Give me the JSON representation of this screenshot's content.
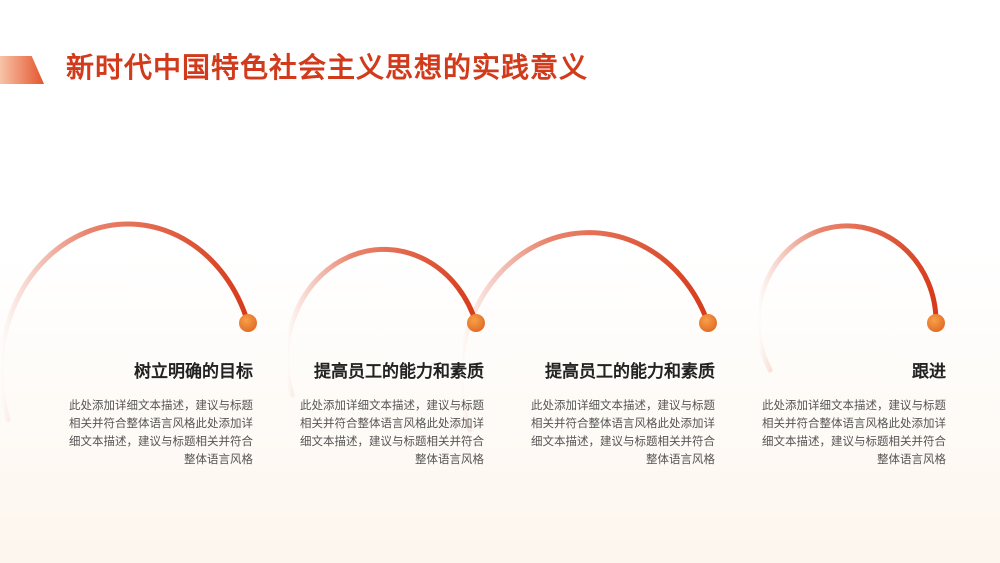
{
  "header": {
    "title": "新时代中国特色社会主义思想的实践意义"
  },
  "colors": {
    "accent": "#d63a1a",
    "dot": "#e8742a"
  },
  "steps": [
    {
      "heading": "树立明确的目标",
      "description": "此处添加详细文本描述，建议与标题相关并符合整体语言风格此处添加详细文本描述，建议与标题相关并符合整体语言风格"
    },
    {
      "heading": "提高员工的能力和素质",
      "description": "此处添加详细文本描述，建议与标题相关并符合整体语言风格此处添加详细文本描述，建议与标题相关并符合整体语言风格"
    },
    {
      "heading": "提高员工的能力和素质",
      "description": "此处添加详细文本描述，建议与标题相关并符合整体语言风格此处添加详细文本描述，建议与标题相关并符合整体语言风格"
    },
    {
      "heading": "跟进",
      "description": "此处添加详细文本描述，建议与标题相关并符合整体语言风格此处添加详细文本描述，建议与标题相关并符合整体语言风格"
    }
  ]
}
